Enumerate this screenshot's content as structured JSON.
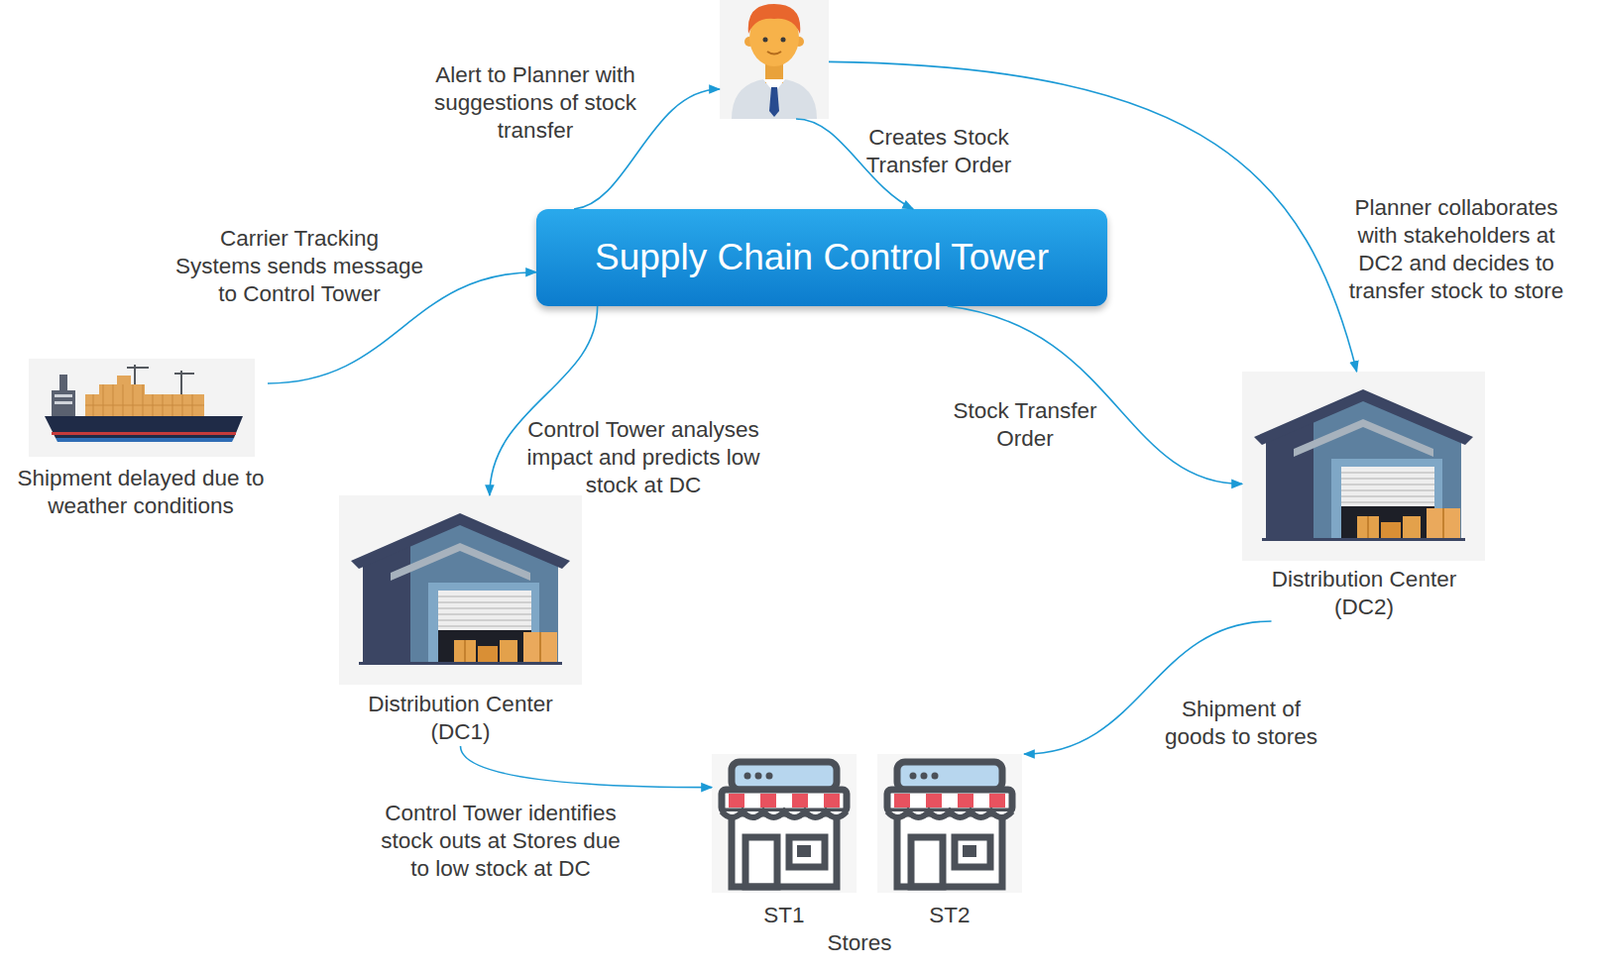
{
  "diagram": {
    "nodes": [
      {
        "text": []
      },
      {
        "text": [
          "Supply Chain Control Tower"
        ]
      },
      {
        "text": [
          "Shipment delayed due to weather conditions"
        ]
      },
      {
        "text": [
          "Distribution Center (DC1)"
        ]
      },
      {
        "text": [
          "Distribution Center (DC2)"
        ]
      },
      {
        "text": [
          "ST1"
        ]
      },
      {
        "text": [
          "ST2"
        ]
      }
    ],
    "edges": [
      {
        "from": 2,
        "to": 1,
        "label": "Carrier Tracking Systems sends message to Control Tower",
        "arrow": "to"
      },
      {
        "from": 1,
        "to": 0,
        "label": "Alert to Planner with suggestions of stock transfer",
        "arrow": "to"
      },
      {
        "from": 0,
        "to": 1,
        "label": "Creates Stock Transfer Order",
        "arrow": "to"
      },
      {
        "from": 0,
        "to": 4,
        "label": "Planner collaborates with stakeholders at DC2 and decides to transfer stock to store",
        "arrow": "to"
      },
      {
        "from": 1,
        "to": 3,
        "label": "Control Tower analyses impact and predicts low stock at DC",
        "arrow": "to"
      },
      {
        "from": 1,
        "to": 4,
        "label": "Stock Transfer Order",
        "arrow": "to"
      },
      {
        "from": 3,
        "to": 5,
        "label": "Control Tower identifies stock outs at Stores due to low stock at DC",
        "arrow": "to"
      },
      {
        "from": 4,
        "to": 6,
        "label": "Shipment of goods to stores",
        "arrow": "to"
      }
    ],
    "labels": [
      "Stores"
    ]
  }
}
